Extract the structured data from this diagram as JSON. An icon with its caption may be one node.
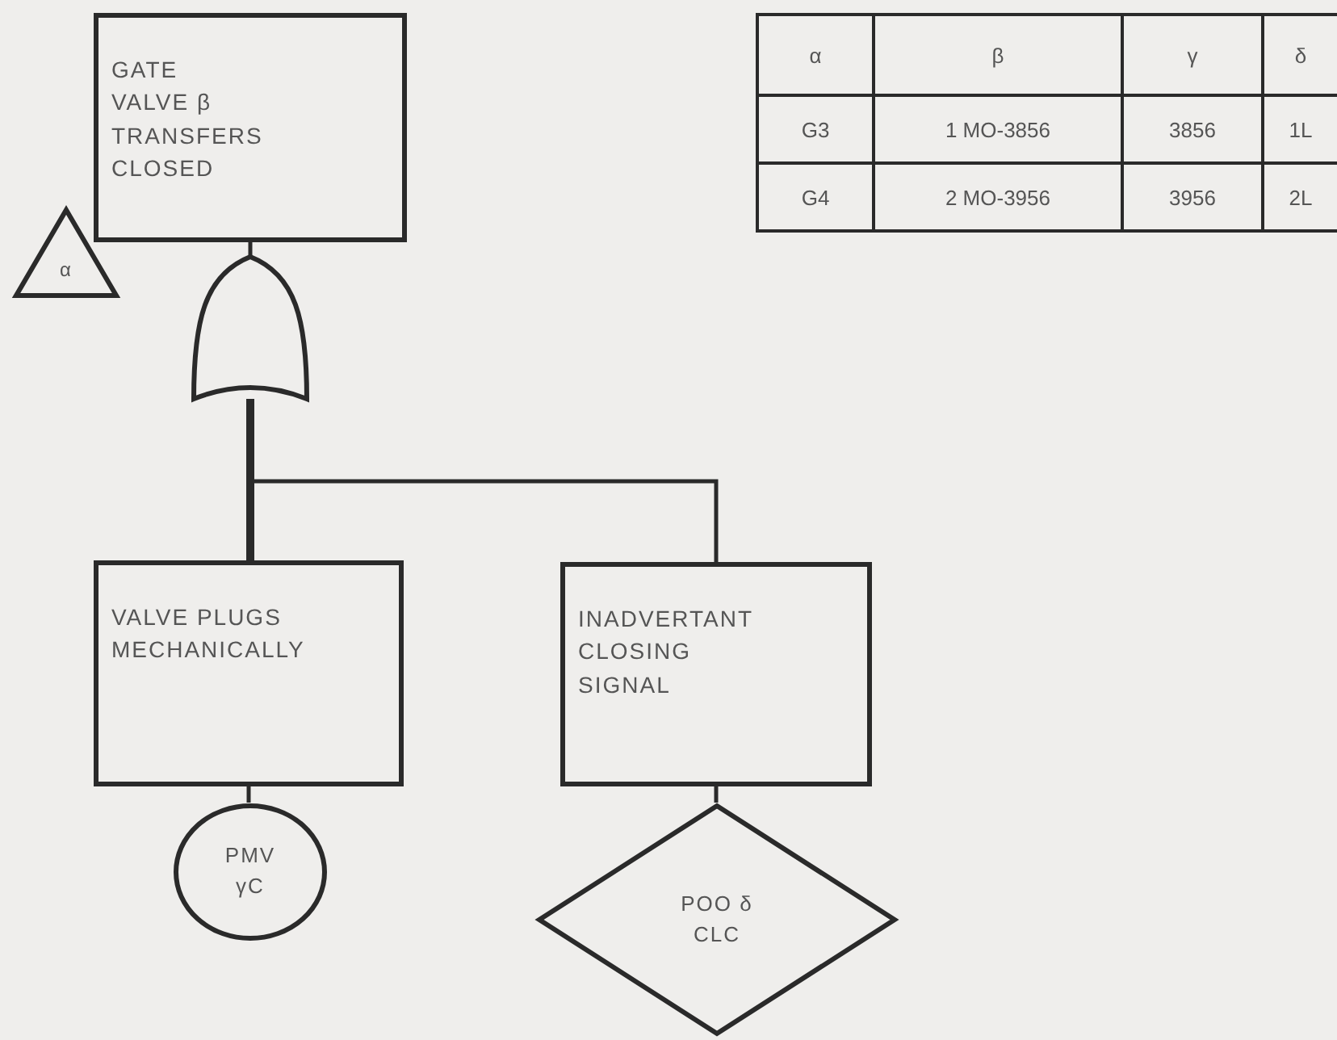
{
  "diagram": {
    "nodes": [
      {
        "text": [
          "GATE VALVE β TRANSFERS CLOSED"
        ]
      },
      {
        "text": [
          "α"
        ]
      },
      {
        "text": [],
        "shape": "gate"
      },
      {
        "text": [
          "VALVE PLUGS MECHANICALLY"
        ]
      },
      {
        "text": [
          "INADVERTANT CLOSING SIGNAL"
        ]
      },
      {
        "text": [
          "PMV γC"
        ]
      },
      {
        "text": [
          "POO δ CLC"
        ]
      }
    ],
    "edges": [
      {
        "from": 2,
        "to": 0,
        "arrow": "none"
      },
      {
        "from": 2,
        "to": 3,
        "arrow": "none",
        "style": "thick"
      },
      {
        "from": 2,
        "to": 4,
        "arrow": "none"
      },
      {
        "from": 3,
        "to": 5,
        "arrow": "none"
      },
      {
        "from": 4,
        "to": 6,
        "arrow": "none"
      }
    ],
    "labels": [
      "α",
      "β",
      "γ",
      "δ",
      "G3",
      "1 MO-3856",
      "3856",
      "1L",
      "G4",
      "2 MO-3956",
      "3956",
      "2L"
    ]
  }
}
